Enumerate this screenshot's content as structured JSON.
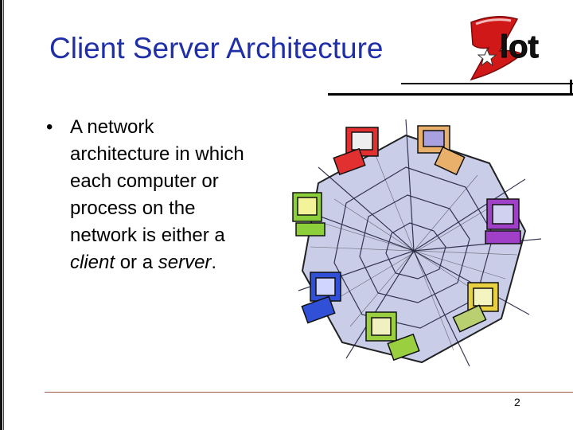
{
  "slide": {
    "title": "Client Server Architecture",
    "bullet": {
      "marker": "•",
      "lines": [
        "A network",
        "architecture in which",
        "each computer or",
        "process on the",
        "network is either a"
      ],
      "last_line": {
        "client": "client",
        "or_a": " or a ",
        "server": "server",
        "period": "."
      }
    },
    "page_number": "2"
  },
  "logo": {
    "text": "Zlot",
    "colors": {
      "red": "#d01818",
      "black": "#111111"
    }
  },
  "clipart": {
    "icon": "network-computers-clipart"
  },
  "colors": {
    "title": "#1f2fa8",
    "footer_rule": "#a05a4a"
  }
}
